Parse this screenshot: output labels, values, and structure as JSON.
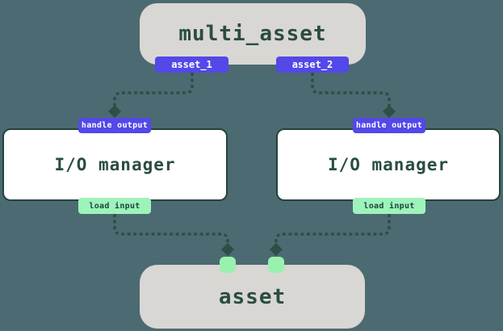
{
  "diagram": {
    "multi_asset_node": {
      "title": "multi_asset",
      "outputs": [
        {
          "label": "asset_1"
        },
        {
          "label": "asset_2"
        }
      ]
    },
    "io_managers": [
      {
        "title": "I/O manager",
        "top_badge": "handle output",
        "bottom_badge": "load input"
      },
      {
        "title": "I/O manager",
        "top_badge": "handle output",
        "bottom_badge": "load input"
      }
    ],
    "asset_node": {
      "title": "asset"
    },
    "edges": [
      {
        "from": "asset_1",
        "to": "left I/O manager handle output"
      },
      {
        "from": "asset_2",
        "to": "right I/O manager handle output"
      },
      {
        "from": "left I/O manager load input",
        "to": "asset (left input square)"
      },
      {
        "from": "right I/O manager load input",
        "to": "asset (right input square)"
      }
    ],
    "colors": {
      "background": "#4c6a72",
      "node_gray": "#d9d7d3",
      "node_white": "#ffffff",
      "node_border": "#24433b",
      "badge_purple": "#5348e8",
      "badge_green": "#9ef3bb",
      "square_green": "#98f2ae",
      "edge": "#2c4f46",
      "title_text": "#2a4c43",
      "badge_text_light": "#ffffff",
      "badge_text_dark": "#1a443c"
    }
  }
}
